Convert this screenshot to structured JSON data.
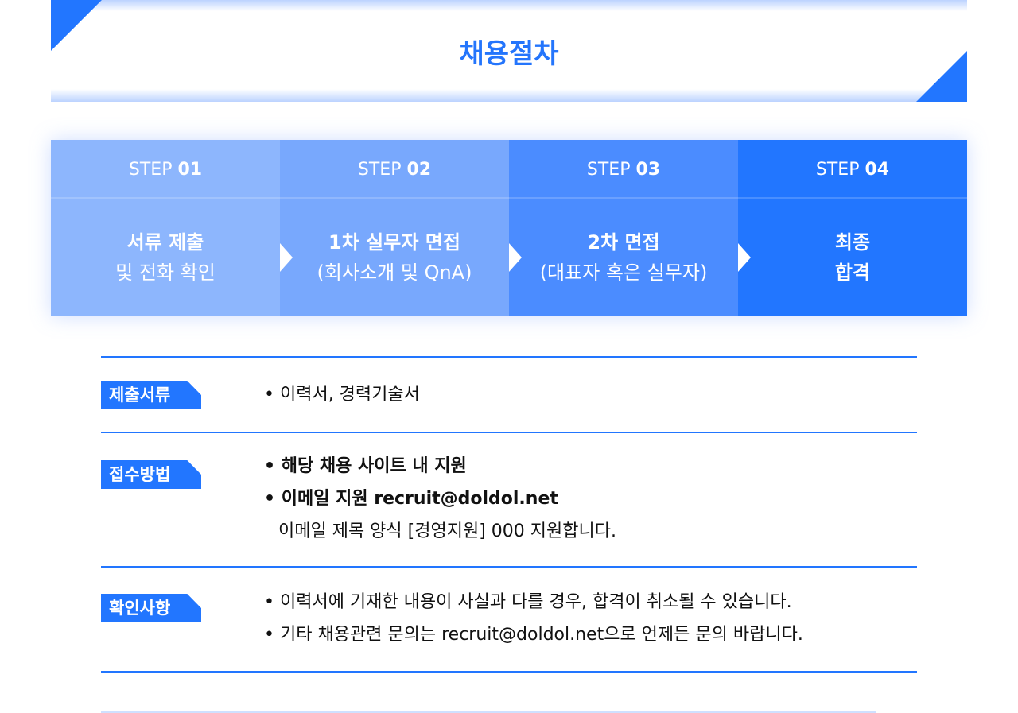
{
  "title": "채용절차",
  "steps": [
    {
      "label": "STEP",
      "num": "01",
      "line1": "서류 제출",
      "line2": "및 전화 확인"
    },
    {
      "label": "STEP",
      "num": "02",
      "line1": "1차 실무자 면접",
      "line2": "(회사소개 및 QnA)"
    },
    {
      "label": "STEP",
      "num": "03",
      "line1": "2차 면접",
      "line2": "(대표자 혹은 실무자)"
    },
    {
      "label": "STEP",
      "num": "04",
      "line1": "최종",
      "line2": "합격"
    }
  ],
  "sections": [
    {
      "badge": "제출서류",
      "items": [
        "• 이력서, 경력기술서"
      ]
    },
    {
      "badge": "접수방법",
      "items": [
        "• 해당 채용 사이트 내 지원",
        "• 이메일 지원 recruit@doldol.net"
      ],
      "note": "이메일 제목 양식 [경영지원] 000 지원합니다."
    },
    {
      "badge": "확인사항",
      "items": [
        "• 이력서에 기재한 내용이 사실과 다를 경우, 합격이 취소될 수 있습니다.",
        "• 기타 채용관련 문의는 recruit@doldol.net으로 언제든 문의 바랍니다."
      ]
    }
  ]
}
